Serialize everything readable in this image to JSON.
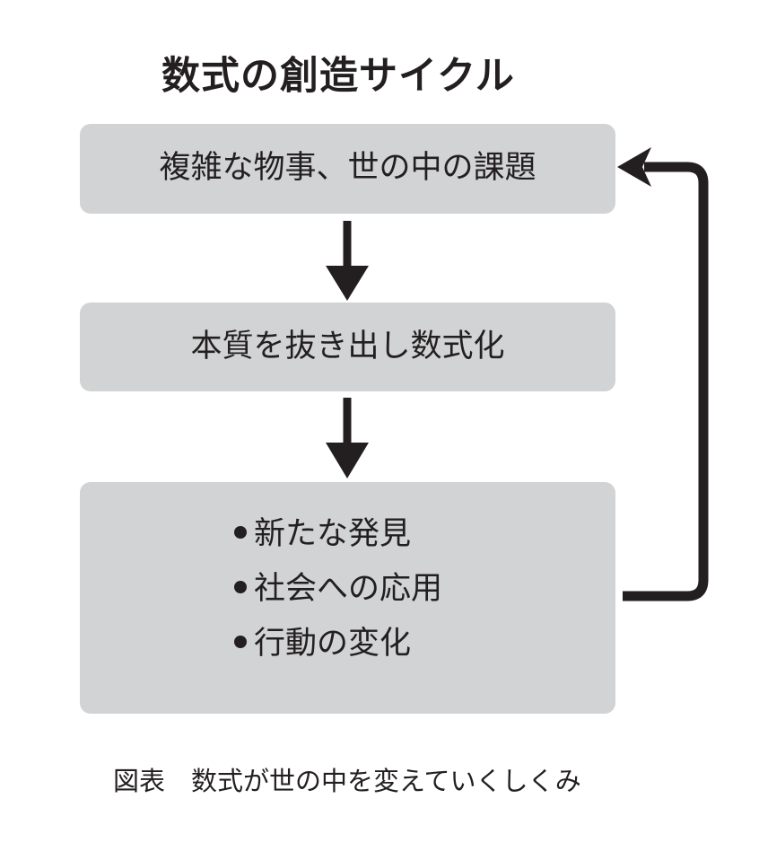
{
  "title": "数式の創造サイクル",
  "steps": [
    {
      "label": "複雑な物事、世の中の課題"
    },
    {
      "label": "本質を抜き出し数式化"
    },
    {
      "items": [
        "新たな発見",
        "社会への応用",
        "行動の変化"
      ]
    }
  ],
  "caption": "図表　数式が世の中を変えていくしくみ",
  "colors": {
    "box_fill": "#d1d3d4",
    "arrow": "#231f20",
    "text": "#231f20"
  }
}
